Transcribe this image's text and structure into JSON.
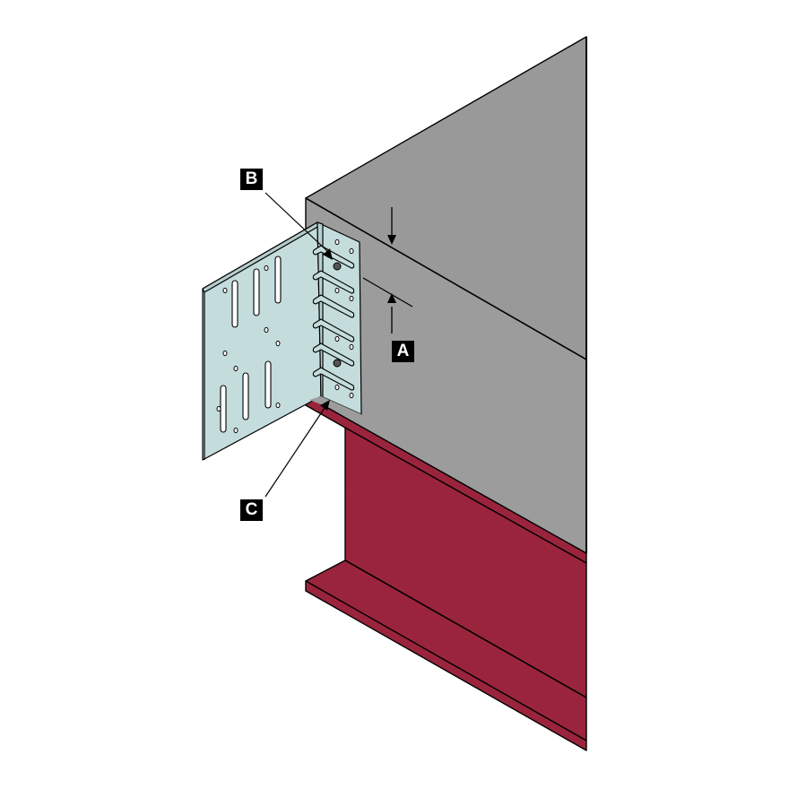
{
  "diagram": {
    "description": "Isometric installation detail: angle bracket fastened to concrete/masonry block resting on steel I-beam flange",
    "colors": {
      "background": "#ffffff",
      "block_front": "#999999",
      "block_side": "#9c9c9c",
      "beam": "#9b243d",
      "bracket": "#c4dcdc",
      "outline": "#000000",
      "label_bg": "#000000",
      "label_text": "#ffffff"
    },
    "callouts": [
      {
        "id": "A",
        "label": "A",
        "meaning": "edge distance dimension from top of block to fastener line"
      },
      {
        "id": "B",
        "label": "B",
        "meaning": "upper fastener location on bracket leg"
      },
      {
        "id": "C",
        "label": "C",
        "meaning": "lower fastener location at bracket base"
      }
    ],
    "components": [
      {
        "name": "masonry-block",
        "color": "gray"
      },
      {
        "name": "steel-i-beam",
        "color": "maroon"
      },
      {
        "name": "angle-bracket",
        "color": "light-galvanized"
      }
    ]
  }
}
